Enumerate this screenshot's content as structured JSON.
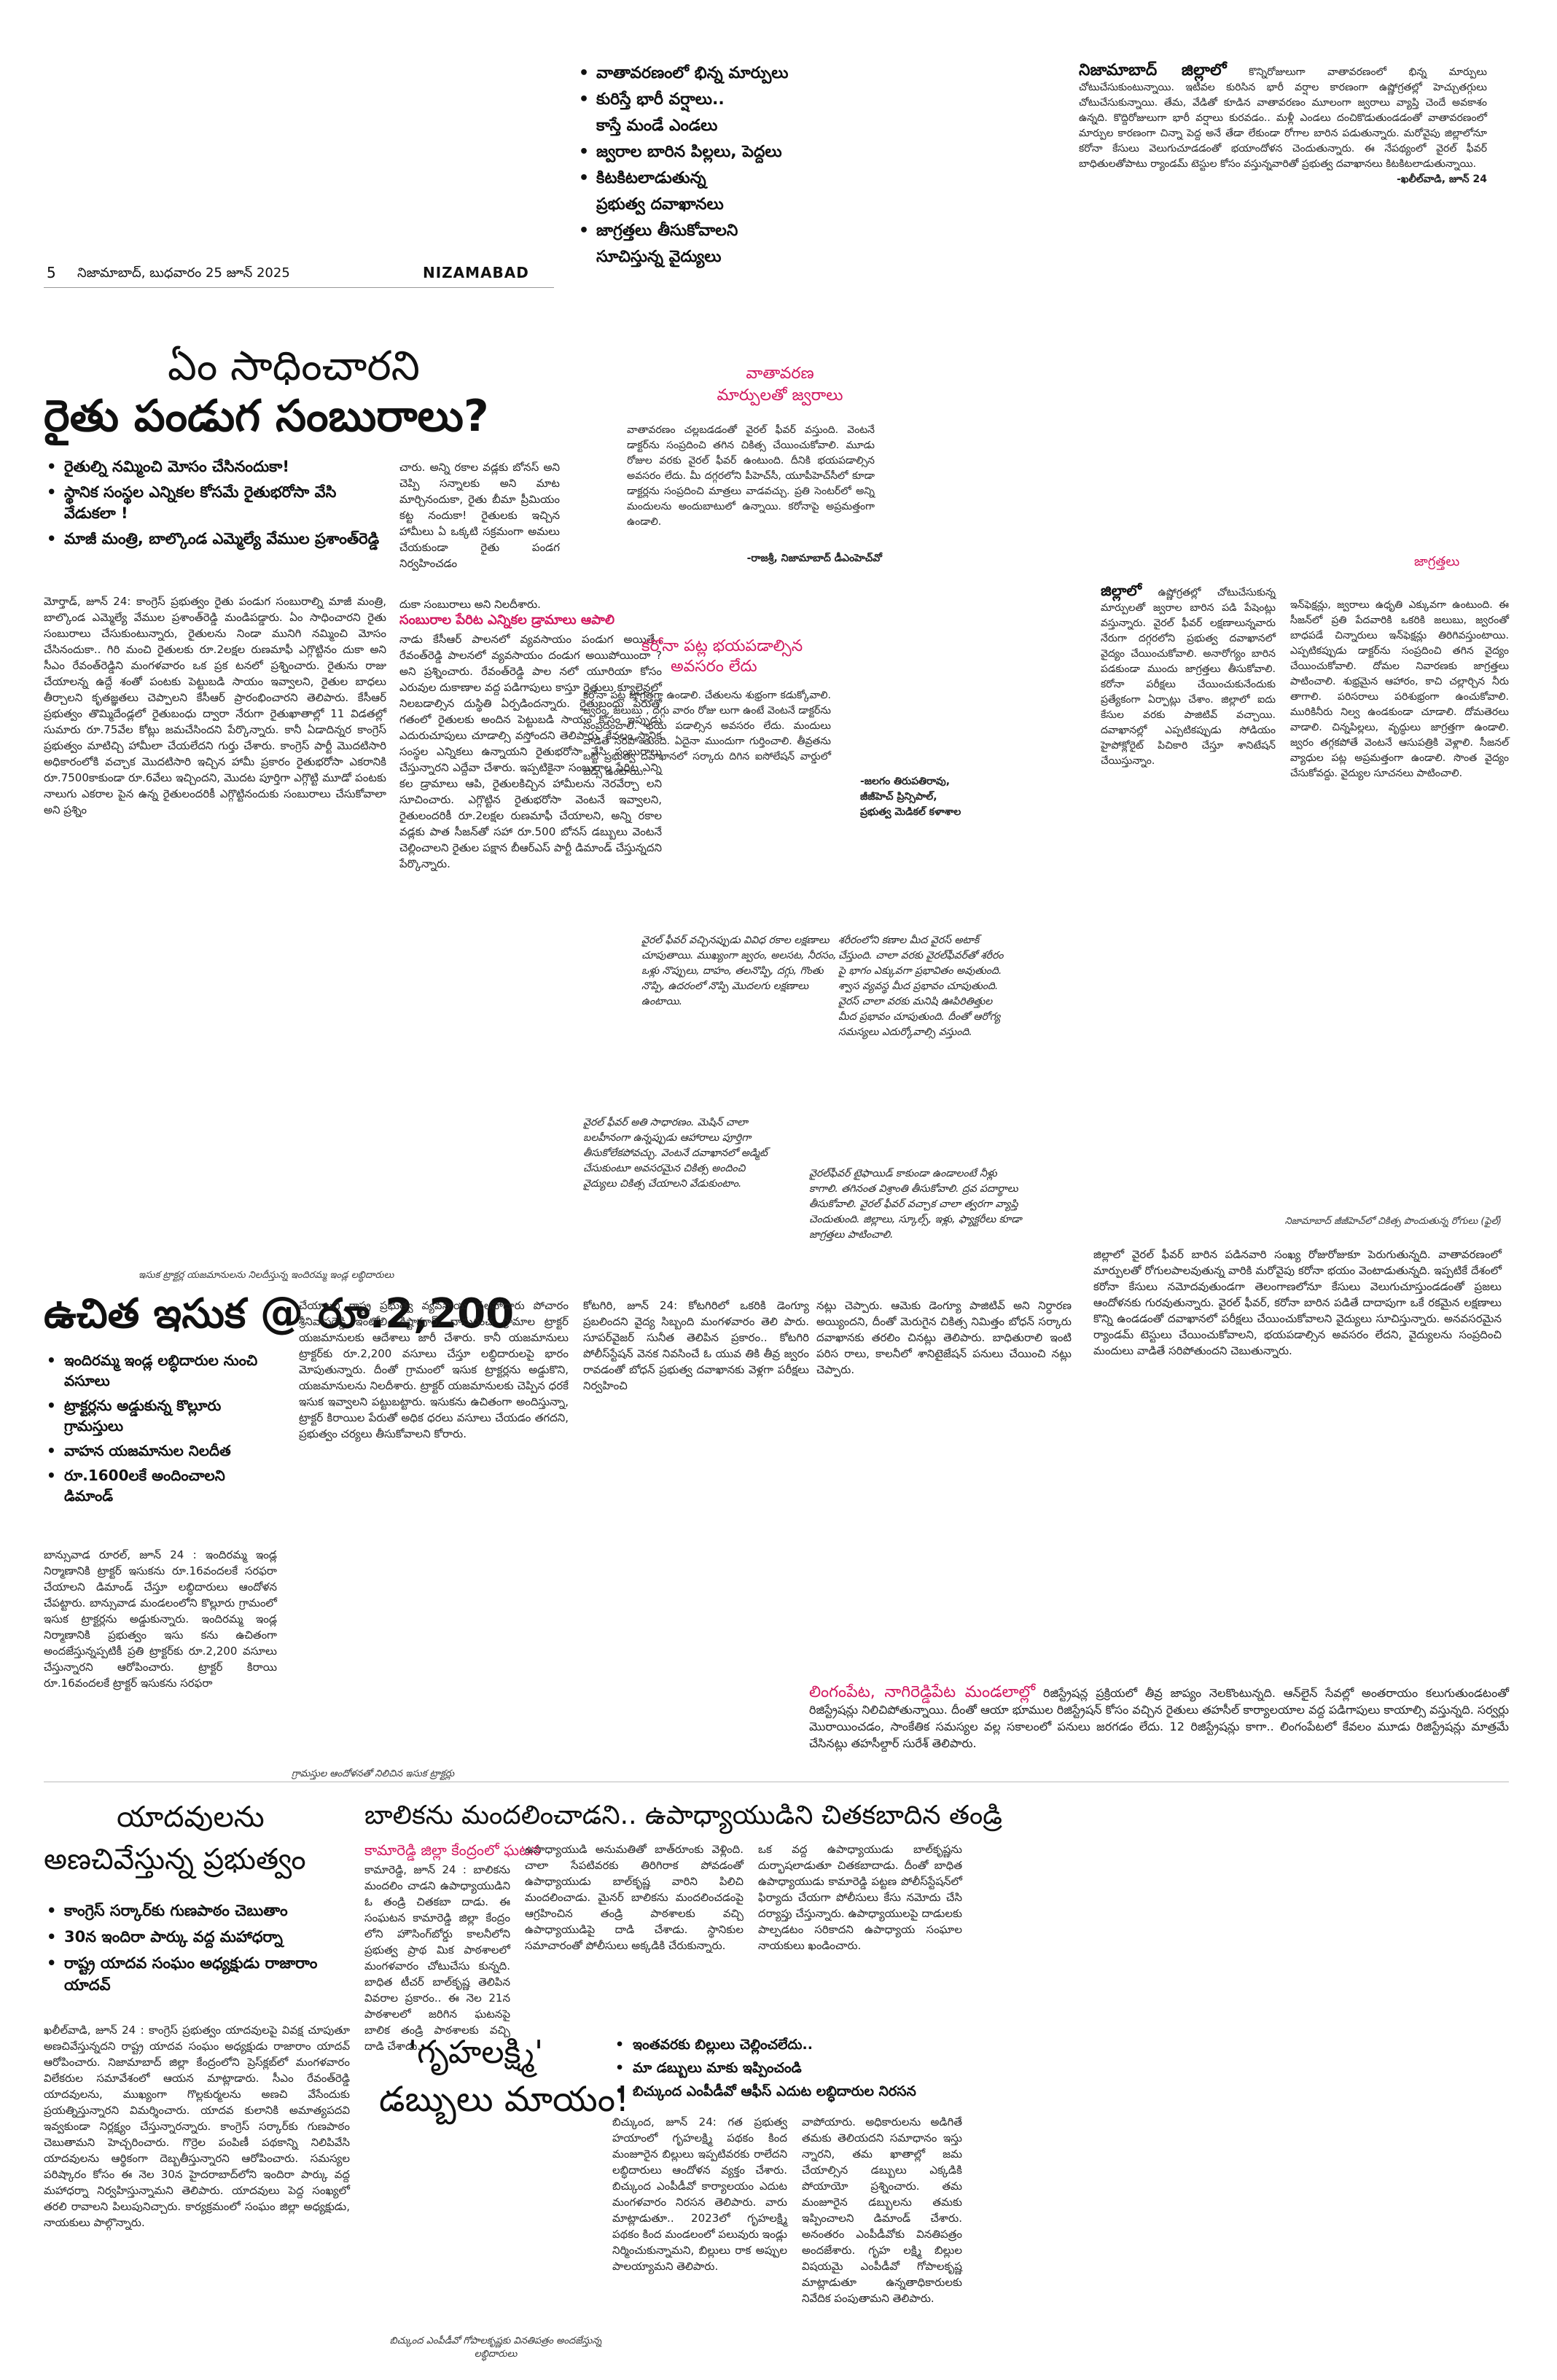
{
  "header": {
    "page_no": "5",
    "dateline": "నిజామాబాద్, బుధవారం 25 జూన్ 2025",
    "section": "NIZAMABAD"
  },
  "top_bullets": [
    "వాతావరణంలో భిన్న మార్పులు",
    "కురిస్తే భారీ వర్షాలు..",
    "కాస్తే మండే ఎండలు",
    "జ్వరాల బారిన పిల్లలు, పెద్దలు",
    "కిటకిటలాడుతున్న",
    "ప్రభుత్వ దవాఖానలు",
    "జాగ్రత్తలు తీసుకోవాలని",
    "సూచిస్తున్న వైద్యులు"
  ],
  "weather_intro": {
    "lead": "నిజామాబాద్ జిల్లాలో",
    "text": "కొన్నిరోజులుగా వాతావరణంలో భిన్న మార్పులు చోటుచేసుకుంటున్నాయి. ఇటీవల కురిసిన భారీ వర్షాల కారణంగా ఉష్ణోగ్రతల్లో హెచ్చుతగ్గులు చోటుచేసుకున్నాయి. తేమ, వేడితో కూడిన వాతావరణం మూలంగా జ్వరాలు వ్యాప్తి చెందే అవకాశం ఉన్నది. కొద్దిరోజులుగా భారీ వర్షాలు కురవడం.. మళ్లీ ఎండలు దంచికొడుతుండడంతో వాతావరణంలో మార్పుల కారణంగా చిన్నా పెద్ద అనే తేడా లేకుండా రోగాల బారిన పడుతున్నారు. మరోవైపు జిల్లాలోనూ కరోనా కేసులు వెలుగుచూడడంతో భయాందోళన చెందుతున్నారు. ఈ నేపథ్యంలో వైరల్ ఫీవర్ బాధితులతోపాటు ర్యాండమ్ టెస్టుల కోసం వస్తున్నవారితో ప్రభుత్వ దవాఖానలు కిటకిటలాడుతున్నాయి.",
    "byline": "-ఖలీల్‌వాడి, జూన్ 24"
  },
  "main_story": {
    "title_line1": "ఏం సాధించారని",
    "title_line2": "రైతు పండుగ సంబురాలు?",
    "bullets": [
      "రైతుల్ని నమ్మించి మోసం చేసినందుకా!",
      "స్థానిక సంస్థల ఎన్నికల కోసమే రైతుభరోసా వేసి వేడుకలా !",
      "మాజీ మంత్రి, బాల్కొండ ఎమ్మెల్యే వేముల ప్రశాంత్‌రెడ్డి"
    ],
    "col1": "మోర్తాడ్, జూన్ 24: కాంగ్రెస్ ప్రభుత్వం రైతు పండుగ సంబురాల్ని మాజీ మంత్రి, బాల్కొండ ఎమ్మెల్యే వేముల ప్రశాంత్‌రెడ్డి మండిపడ్డారు. ఏం సాధించారని రైతు సంబురాలు చేసుకుంటున్నారు, రైతులను నిండా మునిగి నమ్మించి మోసం చేసినందుకా.. గిరి మంచి రైతులకు రూ.2లక్షల రుణమాఫీ ఎగ్గొట్టినం దుకా అని సీఎం రేవంత్‌రెడ్డిని మంగళవారం ఒక ప్రక టనలో ప్రశ్నించారు. రైతును రాజు చేయాలన్న ఉద్దే శంతో పంటకు పెట్టుబడి సాయం ఇవ్వాలని, రైతుల బాధలు తీర్చాలని కృతజ్ఞతలు చెప్పాలని కేసీఆర్ ప్రారంభించారని తెలిపారు. కేసీఆర్ ప్రభుత్వం తొమ్మిదేండ్లలో రైతుబంధు ద్వారా నేరుగా రైతుఖాతాల్లో 11 విడతల్లో సుమారు రూ.75వేల కోట్లు జమచేసిందని పేర్కొన్నారు. కానీ ఏడాదిన్నర కాంగ్రెస్ ప్రభుత్వం మాటిచ్చి హామీలా చేయలేదని గుర్తు చేశారు. కాంగ్రెస్ పార్టీ మొదటిసారి అధికారంలోకి వచ్చాక మొదటిసారి ఇచ్చిన హామీ ప్రకారం రైతుభరోసా ఎకరానికి రూ.7500కాకుండా రూ.6వేలు ఇచ్చిందని, మొదట పూర్తిగా ఎగ్గొట్టి మూడో పంటకు నాలుగు ఎకరాల పైన ఉన్న రైతులందరికీ ఎగ్గొట్టినందుకు సంబురాలు చేసుకోవాలా అని ప్రశ్నిం",
    "col2a": "చారు. అన్ని రకాల వడ్లకు బోనస్ అని చెప్పి సన్నాలకు అని మాట మార్చినందుకా, రైతు బీమా ప్రీమియం కట్ట నందుకా! రైతులకు ఇచ్చిన హామీలు ఏ ఒక్కటి సక్రమంగా అమలు చేయకుండా రైతు పండగ నిర్వహించడం",
    "col2b": "దుకా సంబురాలు అని నిలదీశారు.",
    "sub_head": "సంబురాల పేరిట ఎన్నికల డ్రామాలు ఆపాలి",
    "col2c": "నాడు కేసీఆర్ పాలనలో వ్యవసాయం పండుగ అయితే.. రేవంత్‌రెడ్డి పాలనలో వ్యవసాయం దండుగ అయిపోయిందా ? అని ప్రశ్నించారు. రేవంత్‌రెడ్డి పాల నలో యూరియా కోసం ఎరువుల దుకాణాల వద్ద పడిగాపులు కాస్తూ రైతులు క్యూలైన్లలో నిలబడాల్సిన దుస్థితి ఏర్పడిందన్నారు. రైతుబంధు పేరుతో గతంలో రైతులకు అందిన పెట్టుబడి సాయం కోసం ఇప్పుడు ఎదురుచూపులు చూడాల్సి వస్తోందని తెలిపారు. కేవలం స్థానిక సంస్థల ఎన్నికలు ఉన్నాయని రైతుభరోసా వేసి సంబురాలు చేస్తున్నారని ఎద్దేవా చేశారు. ఇప్పటికైనా సంబురాల పేరిట ఎన్ని కల డ్రామాలు ఆపి, రైతులకిచ్చిన హామీలను నెరవేర్చా లని సూచించారు. ఎగ్గొట్టిన రైతుభరోసా వెంటనే ఇవ్వాలని, రైతులందరికీ రూ.2లక్షల రుణమాఫీ చేయాలని, అన్ని రకాల వడ్లకు పాత సీజన్‌తో సహా రూ.500 బోనస్ డబ్బులు వెంటనే చెల్లించాలని రైతుల పక్షాన బీఆర్‌ఎస్ పార్టీ డిమాండ్ చేస్తున్నదని పేర్కొన్నారు."
  },
  "weather_changes": {
    "head1": "వాతావరణ",
    "head2": "మార్పులతో జ్వరాలు",
    "text": "వాతావరణం చల్లబడడంతో వైరల్ ఫీవర్ వస్తుంది. వెంటనే డాక్టర్‌ను సంప్రదించి తగిన చికిత్స చేయించుకోవాలి. మూడు రోజుల వరకు వైరల్ ఫీవర్ ఉంటుంది. దీనికి భయపడాల్సిన అవసరం లేదు. మీ దగ్గరలోని పీహెచ్‌సీ, యూపీహెచ్‌సీలో కూడా డాక్టర్లను సంప్రదించి మాత్రలు వాడవచ్చు. ప్రతి సెంటర్‌లో అన్ని మందులను అందుబాటులో ఉన్నాయి. కరోనాపై అప్రమత్తంగా ఉండాలి.",
    "byline": "-రాజశ్రీ, నిజామాబాద్ డీఎంహెచ్‌వో"
  },
  "corona_box": {
    "head1": "కరోనా పట్ల భయపడాల్సిన",
    "head2": "అవసరం లేదు",
    "text": "కరోనా పట్ల జాగ్రత్తగా ఉండాలి. చేతులను శుభ్రంగా కడుక్కోవాలి. జ్వరం, జలుబు , దగ్గు వారం రోజు లుగా ఉంటే వెంటనే డాక్టర్‌ను సంప్రదించాలి. భయ పడాల్సిన అవసరం లేదు. మందులు వాడితే సరిపో తుంది. ఏదైనా ముందుగా గుర్తించాలి. తీవ్రతను బట్టి ప్రభుత్వ దవాఖానలో సర్కారు దిగిన ఐసోలేషన్ వార్డులో బెడ్స్ ఉంటాయి.",
    "byline1": "-జలగం తిరుపతిరావు,",
    "byline2": "జీజీహెచ్ ప్రిన్సిపాల్,",
    "byline3": "ప్రభుత్వ మెడికల్ కళాశాల"
  },
  "right_box": {
    "label": "జాగ్రత్తలు",
    "lead": "జిల్లాలో",
    "text_left": "ఉష్ణోగ్రతల్లో చోటుచేసుకున్న మార్పులతో జ్వరాల బారిన పడి పేషెంట్లు వస్తున్నారు. వైరల్ ఫీవర్ లక్షణాలున్నవారు నేరుగా దగ్గరలోని ప్రభుత్వ దవాఖానలో వైద్యం చేయించుకోవాలి. అనారోగ్యం బారిన పడకుండా ముందు జాగ్రత్తలు తీసుకోవాలి. కరోనా పరీక్షలు చేయించుకునేందుకు ప్రత్యేకంగా ఏర్పాట్లు చేశాం. జిల్లాలో ఐదు కేసుల వరకు పాజిటివ్ వచ్చాయి. దవాఖానల్లో ఎప్పటికప్పుడు సోడియం హైపోక్లోరైట్ పిచికారి చేస్తూ శానిటేషన్ చేయిస్తున్నాం.",
    "text_right": "ఇన్‌ఫెక్షన్లు, జ్వరాలు ఉధృతి ఎక్కువగా ఉంటుంది. ఈ సీజన్‌లో ప్రతి పేదవారికి ఒకరికి జలుబు, జ్వరంతో బాధపడే చిన్నారులు ఇన్‌ఫెక్షన్లు తిరిగివస్తుంటాయి. ఎప్పటికప్పుడు డాక్టర్‌ను సంప్రదించి తగిన వైద్యం చేయించుకోవాలి. దోమల నివారణకు జాగ్రత్తలు పాటించాలి. శుభ్రమైన ఆహారం, కాచి చల్లార్చిన నీరు తాగాలి. పరిసరాలు పరిశుభ్రంగా ఉంచుకోవాలి. మురికినీరు నిల్వ ఉండకుండా చూడాలి. దోమతెరలు వాడాలి. చిన్నపిల్లలు, వృద్ధులు జాగ్రత్తగా ఉండాలి. జ్వరం తగ్గకపోతే వెంటనే ఆసుపత్రికి వెళ్లాలి. సీజనల్ వ్యాధుల పట్ల అప్రమత్తంగా ఉండాలి. సొంత వైద్యం చేసుకోవద్దు. వైద్యుల సూచనలు పాటించాలి."
  },
  "symptoms": {
    "q1": "వైరల్ ఫీవర్ వచ్చినప్పుడు వివిధ రకాల లక్షణాలు చూపుతాయి. ముఖ్యంగా జ్వరం, అలసట, నీరసం, ఒళ్లు నొప్పులు, దాహం, తలనొప్పి, దగ్గు, గొంతు నొప్పి, ఉదరంలో నొప్పి మొదలగు లక్షణాలు ఉంటాయి.",
    "q2": "శరీరంలోని కణాల మీద వైరస్ అటాక్ చేస్తుంది. చాలా వరకు వైరల్‌ఫీవర్‌తో శరీరం పై భాగం ఎక్కువగా ప్రభావితం అవుతుంది. శ్వాస వ్యవస్థ మీద ప్రభావం చూపుతుంది. వైరస్ చాలా వరకు మనిషి ఊపిరితిత్తుల మీద ప్రభావం చూపుతుంది. దీంతో ఆరోగ్య సమస్యలు ఎదుర్కోవాల్సి వస్తుంది.",
    "q3": "వైరల్ ఫీవర్ అతి సాధారణం. మెషిన్ చాలా బలహీనంగా ఉన్నప్పుడు ఆహారాలు పూర్తిగా తీసుకోలేకపోవచ్చు. వెంటనే దవాఖానలో అడ్మిట్ చేసుకుంటూ అవసరమైన చికిత్స అందించి వైద్యులు చికిత్స చేయాలని వేడుకుంటాం.",
    "q4": "వైరల్‌ఫీవర్ టైఫాయిడ్ కాకుండా ఉండాలంటే నీళ్లు కాగాలి. తగినంత విశ్రాంతి తీసుకోవాలి. ద్రవ పదార్థాలు తీసుకోవాలి. వైరల్ ఫీవర్ వచ్చాక చాలా త్వరగా వ్యాప్తి చెందుతుంది. జిల్లాలు, స్కూల్స్, ఇళ్లు, ఫ్యాక్టరీలు కూడా జాగ్రత్తలు పాటించాలి."
  },
  "photo_caption_right": "నిజామాబాద్ జీజీహెచ్‌లో చికిత్స పొందుతున్న రోగులు (ఫైల్)",
  "right_body2": "జిల్లాలో వైరల్ ఫీవర్ బారిన పడినవారి సంఖ్య రోజురోజుకూ పెరుగుతున్నది. వాతావరణంలో మార్పులతో రోగులపాలవుతున్న వారికి మరోవైపు కరోనా భయం వెంటాడుతున్నది. ఇప్పటికే దేశంలో కరోనా కేసులు నమోదవుతుండగా తెలంగాణలోనూ కేసులు వెలుగుచూస్తుండడంతో ప్రజలు ఆందోళనకు గురవుతున్నారు. వైరల్ ఫీవర్, కరోనా బారిన పడితే దాదాపుగా ఒకే రకమైన లక్షణాలు కొన్ని ఉండడంతో దవాఖానలో పరీక్షలు చేయించుకోవాలని వైద్యులు సూచిస్తున్నారు. అనవసరమైన ర్యాండమ్ టెస్టులు చేయించుకోవాలని, భయపడాల్సిన అవసరం లేదని, వైద్యులను సంప్రదించి మందులు వాడితే సరిపోతుందని చెబుతున్నారు.",
  "sand_story": {
    "photo_caption": "ఇసుక ట్రాక్టర్ల యజమానులను నిలదీస్తున్న ఇందిరమ్మ ఇండ్ల లబ్ధిదారులు",
    "title_pre": "ఉచిత ఇసుక",
    "title_at": "@",
    "title_post": "రూ.2,200",
    "bullets": [
      "ఇందిరమ్మ ఇండ్ల లబ్ధిదారుల నుంచి వసూలు",
      "ట్రాక్టర్లను అడ్డుకున్న కొల్లూరు గ్రామస్తులు",
      "వాహన యజమానుల నిలదీత",
      "రూ.1600లకే అందించాలని డిమాండ్"
    ],
    "col_a": "బాన్సువాడ రూరల్, జూన్ 24 : ఇందిరమ్మ ఇండ్ల నిర్మాణానికి ట్రాక్టర్ ఇసుకను రూ.16వందలకే సరఫరా చేయాలని డిమాండ్ చేస్తూ లబ్ధిదారులు ఆందోళన చేపట్టారు. బాన్సువాడ మండలంలోని కొల్లూరు గ్రామంలో ఇసుక ట్రాక్టర్లను అడ్డుకున్నారు. ఇందిరమ్మ ఇండ్ల నిర్మాణానికి ప్రభుత్వం ఇసు కను ఉచితంగా అందజేస్తున్నప్పటికీ ప్రతి ట్రాక్టర్‌కు రూ.2,200 వసూలు చేస్తున్నారని ఆరోపించారు. ట్రాక్టర్ కిరాయి రూ.16వందలకే ట్రాక్టర్ ఇసుకను సరఫరా",
    "col_b": "చేయాలని రాష్ట్ర ప్రభుత్వ వ్యవసాయ సలహాదారు పోచారం శ్రీనివాసరెడ్డి ఇంటోలి, కిష్టాపూర్, దామరంచ గ్రామాల ట్రాక్టర్ యజమానులకు ఆదేశాలు జారీ చేశారు. కానీ యజమానులు ట్రాక్టర్‌కు రూ.2,200 వసూలు చేస్తూ లబ్ధిదారులపై భారం మోపుతున్నారు. దీంతో గ్రామంలో ఇసుక ట్రాక్టర్లను అడ్డుకొని, యజమానులను నిలదీశారు. ట్రాక్టర్ యజమానులకు చెప్పిన ధరకే ఇసుక ఇవ్వాలని పట్టుబట్టారు. ఇసుకను ఉచితంగా అందిస్తున్నా, ట్రాక్టర్ కిరాయిల పేరుతో అధిక ధరలు వసూలు చేయడం తగదని, ప్రభుత్వం చర్యలు తీసుకోవాలని కోరారు.",
    "col_c": "కోటగిరి, జూన్ 24: కోటగిరిలో ఒకరికి డెంగ్యూ ప్రబలిందని వైద్య సిబ్బంది మంగళవారం తెలి పారు. సూపర్‌వైజర్ సునీత తెలిపిన ప్రకారం.. కోటగిరి పోలీస్‌స్టేషన్ వెనక నివసించే ఓ యువ తికి తీవ్ర జ్వరం రావడంతో బోధన్ ప్రభుత్వ దవాఖానకు వెళ్లగా పరీక్షలు నిర్వహించి",
    "col_d": "నట్లు చెప్పారు. ఆమెకు డెంగ్యూ పాజిటివ్ అని నిర్ధారణ అయ్యిందని, దీంతో మెరుగైన చికిత్స నిమిత్తం బోధన్ సర్కారు దవాఖానకు తరలిం చినట్లు తెలిపారు. బాధితురాలి ఇంటి పరిస రాలు, కాలనీలో శానిటైజేషన్ పనులు చేయించి నట్లు చెప్పారు.",
    "bottom_caption": "గ్రామస్తుల ఆందోళనతో నిలిచిన ఇసుక ట్రాక్టర్లు"
  },
  "lingampet": {
    "lead": "లింగంపేట, నాగిరెడ్డిపేట మండలాల్లో",
    "text": "రిజిస్ట్రేషన్ల ప్రక్రియలో తీవ్ర జాప్యం నెలకొంటున్నది. ఆన్‌లైన్ సేవల్లో అంతరాయం కలుగుతుండటంతో రిజిస్ట్రేషన్లు నిలిచిపోతున్నాయి. దీంతో ఆయా భూముల రిజిస్ట్రేషన్ కోసం వచ్చిన రైతులు తహసీల్ కార్యాలయాల వద్ద పడిగాపులు కాయాల్సి వస్తున్నది. సర్వర్లు మొరాయించడం, సాంకేతిక సమస్యల వల్ల సకాలంలో పనులు జరగడం లేదు. 12 రిజిస్ట్రేషన్లు కాగా.. లింగంపేటలో కేవలం మూడు రిజిస్ట్రేషన్లు మాత్రమే చేసినట్లు తహసీల్దార్ సురేశ్ తెలిపారు."
  },
  "yadav_story": {
    "title1": "యాదవులను",
    "title2": "అణచివేస్తున్న ప్రభుత్వం",
    "bullets": [
      "కాంగ్రెస్ సర్కార్‌కు గుణపాఠం చెబుతాం",
      "30న ఇందిరా పార్కు వద్ద మహాధర్నా",
      "రాష్ట్ర యాదవ సంఘం అధ్యక్షుడు రాజారాం యాదవ్"
    ],
    "text": "ఖలీల్‌వాడి, జూన్ 24 : కాంగ్రెస్ ప్రభుత్వం యాదవులపై వివక్ష చూపుతూ అణచివేస్తున్నదని రాష్ట్ర యాదవ సంఘం అధ్యక్షుడు రాజారాం యాదవ్ ఆరోపించారు. నిజామాబాద్ జిల్లా కేంద్రంలోని ప్రెస్‌క్లబ్‌లో మంగళవారం విలేకరుల సమావేశంలో ఆయన మాట్లాడారు. సీఎం రేవంత్‌రెడ్డి యాదవులను, ముఖ్యంగా గొల్లకుర్మలను అణచి వేసేందుకు ప్రయత్నిస్తున్నారని విమర్శించారు. యాదవ కులానికి అమాత్యపదవి ఇవ్వకుండా నిర్లక్ష్యం చేస్తున్నారన్నారు. కాంగ్రెస్ సర్కార్‌కు గుణపాఠం చెబుతామని హెచ్చరించారు. గొర్రెల పంపిణీ పథకాన్ని నిలిపివేసి యాదవులను ఆర్థికంగా దెబ్బతీస్తున్నారని ఆరోపించారు. సమస్యల పరిష్కారం కోసం ఈ నెల 30న హైదరాబాద్‌లోని ఇందిరా పార్కు వద్ద మహాధర్నా నిర్వహిస్తున్నామని తెలిపారు. యాదవులు పెద్ద సంఖ్యలో తరలి రావాలని పిలుపునిచ్చారు. కార్యక్రమంలో సంఘం జిల్లా అధ్యక్షుడు, నాయకులు పాల్గొన్నారు."
  },
  "teacher_story": {
    "title": "బాలికను మందలించాడని.. ఉపాధ్యాయుడిని చితకబాదిన తండ్రి",
    "kicker": "కామారెడ్డి జిల్లా కేంద్రంలో ఘటన",
    "col1": "కామారెడ్డి, జూన్ 24 : బాలికను మందలిం చాడని ఉపాధ్యాయుడిని ఓ తండ్రి చితకబా దాడు. ఈ సంఘటన కామారెడ్డి జిల్లా కేంద్రం లోని హౌసింగ్‌బోర్డు కాలనీలోని ప్రభుత్వ ప్రాథ మిక పాఠశాలలో మంగళవారం చోటుచేసు కున్నది. బాధిత టీచర్ బాల్‌కృష్ణ తెలిపిన వివరాల ప్రకారం.. ఈ నెల 21న పాఠశాలలో జరిగిన ఘటనపై బాలిక తండ్రి పాఠశాలకు వచ్చి దాడి చేశాడు.",
    "col2": "ఉపాధ్యాయుడి అనుమతితో బాత్‌రూంకు వెళ్లింది. చాలా సేపటివరకు తిరిగిరాక పోవడంతో ఉపాధ్యాయుడు బాల్‌కృష్ణ వారిని పిలిచి మందలించాడు. మైనర్ బాలికను మందలించడంపై ఆగ్రహించిన తండ్రి పాఠశాలకు వచ్చి ఉపాధ్యాయుడిపై దాడి చేశాడు. స్థానికుల సమాచారంతో పోలీసులు అక్కడికి చేరుకున్నారు.",
    "col3": "ఒక వద్ద ఉపాధ్యాయుడు బాల్‌కృష్ణను దుర్భాషలాడుతూ చితకబాదాడు. దీంతో బాధిత ఉపాధ్యాయుడు కామారెడ్డి పట్టణ పోలీస్‌స్టేషన్‌లో ఫిర్యాదు చేయగా పోలీసులు కేసు నమోదు చేసి దర్యాప్తు చేస్తున్నారు. ఉపాధ్యాయులపై దాడులకు పాల్పడటం సరికాదని ఉపాధ్యాయ సంఘాల నాయకులు ఖండించారు."
  },
  "gruhalakshmi": {
    "title1": "'గృహలక్ష్మి'",
    "title2": "డబ్బులు మాయం!",
    "bullets": [
      "ఇంతవరకు బిల్లులు చెల్లించలేదు..",
      "మా డబ్బులు మాకు ఇప్పించండి",
      "బిచ్కుంద ఎంపీడీవో ఆఫీస్ ఎదుట లబ్ధిదారుల నిరసన"
    ],
    "col1": "బిచ్కుంద, జూన్ 24: గత ప్రభుత్వ హయాంలో గృహలక్ష్మి పథకం కింద మంజూరైన బిల్లులు ఇప్పటివరకు రాలేదని లబ్ధిదారులు ఆందోళన వ్యక్తం చేశారు. బిచ్కుంద ఎంపీడీవో కార్యాలయం ఎదుట మంగళవారం నిరసన తెలిపారు. వారు మాట్లాడుతూ.. 2023లో గృహలక్ష్మి పథకం కింద మండలంలో పలువురు ఇండ్లు నిర్మించుకున్నామని, బిల్లులు రాక అప్పుల పాలయ్యామని తెలిపారు.",
    "col2": "వాపోయారు. అధికారులను అడిగితే తమకు తెలియదని సమాధానం ఇస్తు న్నారని, తమ ఖాతాల్లో జమ చేయాల్సిన డబ్బులు ఎక్కడికి పోయాయో ప్రశ్నించారు. తమ మంజూరైన డబ్బులను తమకు ఇప్పించాలని డిమాండ్ చేశారు. అనంతరం ఎంపీడీవోకు వినతిపత్రం అందజేశారు. గృహ లక్ష్మి బిల్లుల విషయమై ఎంపీడీవో గోపాలకృష్ణ మాట్లాడుతూ ఉన్నతాధికారులకు నివేదిక పంపుతామని తెలిపారు.",
    "caption": "బిచ్కుంద ఎంపీడీవో గోపాలకృష్ణకు వినతిపత్రం అందజేస్తున్న లబ్ధిదారులు"
  }
}
